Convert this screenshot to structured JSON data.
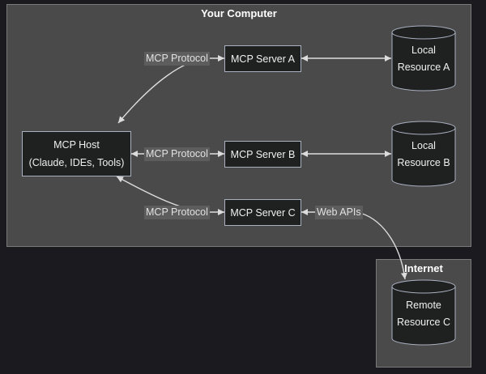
{
  "clusters": {
    "your_computer": {
      "title": "Your Computer"
    },
    "internet": {
      "title": "Internet"
    }
  },
  "nodes": {
    "host": {
      "line1": "MCP Host",
      "line2": "(Claude, IDEs, Tools)"
    },
    "server_a": {
      "label": "MCP Server A"
    },
    "server_b": {
      "label": "MCP Server B"
    },
    "server_c": {
      "label": "MCP Server C"
    },
    "resource_a": {
      "line1": "Local",
      "line2": "Resource A"
    },
    "resource_b": {
      "line1": "Local",
      "line2": "Resource B"
    },
    "resource_c": {
      "line1": "Remote",
      "line2": "Resource C"
    }
  },
  "edges": {
    "host_a": {
      "label": "MCP Protocol"
    },
    "host_b": {
      "label": "MCP Protocol"
    },
    "host_c": {
      "label": "MCP Protocol"
    },
    "c_remote": {
      "label": "Web APIs"
    }
  },
  "colors": {
    "page_background": "#1b1b1f",
    "cluster_fill": "#4a4a4a",
    "node_fill": "#1f2020",
    "node_border": "#a9b0c0",
    "edge": "#dcdcdc"
  }
}
